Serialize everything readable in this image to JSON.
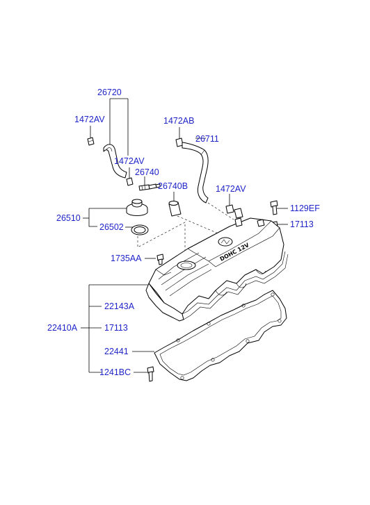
{
  "labels": {
    "p26720": "26720",
    "p1472AV_a": "1472AV",
    "p1472AV_b": "1472AV",
    "p1472AB": "1472AB",
    "p26711": "26711",
    "p26740": "26740",
    "p26740B": "26740B",
    "p1472AV_c": "1472AV",
    "p1129EF": "1129EF",
    "p26510": "26510",
    "p17113_a": "17113",
    "p26502": "26502",
    "p1735AA": "1735AA",
    "p22143A": "22143A",
    "p22410A": "22410A",
    "p17113_b": "17113",
    "p22441": "22441",
    "p1241BC": "1241BC"
  },
  "cover_marking": "DOHC 12V",
  "colors": {
    "label": "#1f24c9",
    "line": "#000000",
    "background": "#ffffff"
  }
}
